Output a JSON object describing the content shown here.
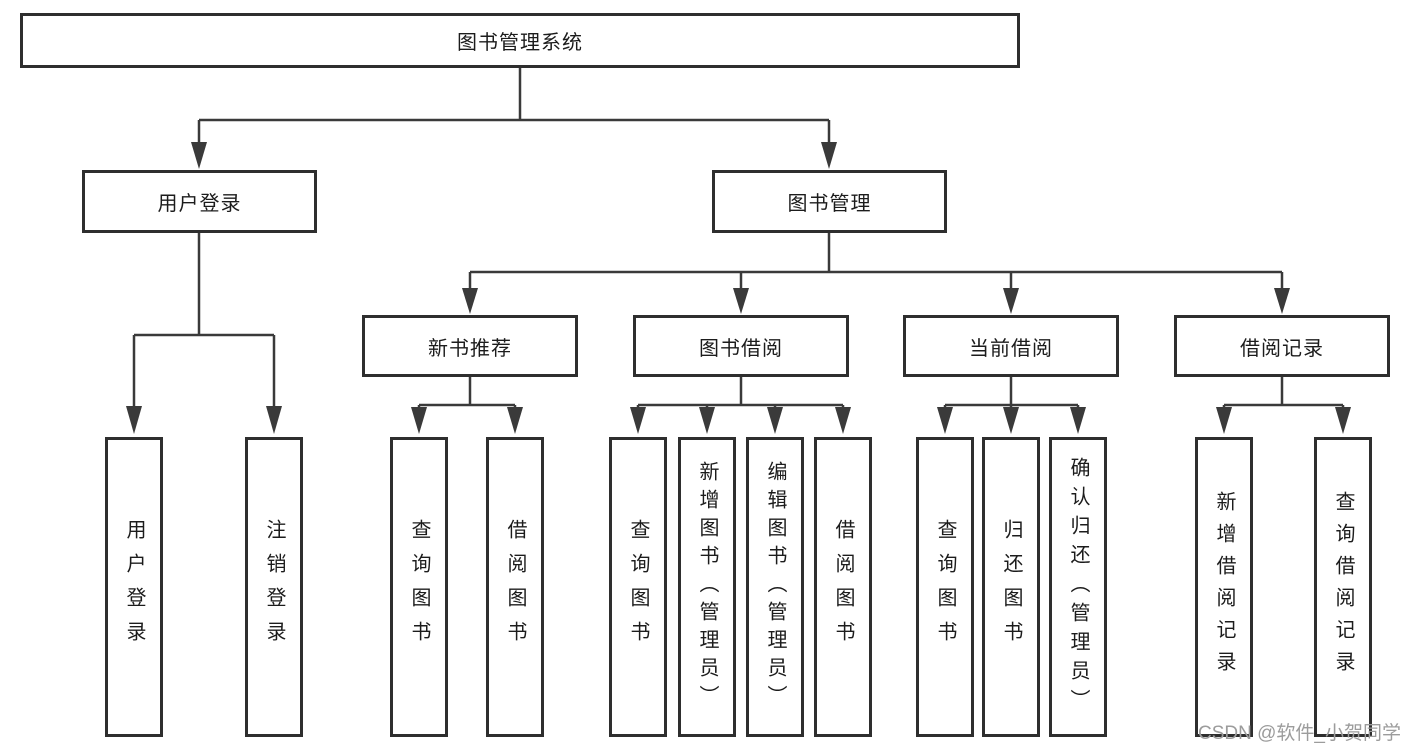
{
  "diagram": {
    "root": {
      "label": "图书管理系统"
    },
    "branches": [
      {
        "label": "用户登录",
        "leaves": [
          {
            "label": "用户登录"
          },
          {
            "label": "注销登录"
          }
        ]
      },
      {
        "label": "图书管理",
        "groups": [
          {
            "label": "新书推荐",
            "leaves": [
              {
                "label": "查询图书"
              },
              {
                "label": "借阅图书"
              }
            ]
          },
          {
            "label": "图书借阅",
            "leaves": [
              {
                "label": "查询图书"
              },
              {
                "label": "新增图书（管理员）"
              },
              {
                "label": "编辑图书（管理员）"
              },
              {
                "label": "借阅图书"
              }
            ]
          },
          {
            "label": "当前借阅",
            "leaves": [
              {
                "label": "查询图书"
              },
              {
                "label": "归还图书"
              },
              {
                "label": "确认归还（管理员）"
              }
            ]
          },
          {
            "label": "借阅记录",
            "leaves": [
              {
                "label": "新增借阅记录"
              },
              {
                "label": "查询借阅记录"
              }
            ]
          }
        ]
      }
    ]
  },
  "watermark": {
    "text": "CSDN @软件_小贺同学"
  },
  "colors": {
    "line": "#3a3a3a",
    "box_border": "#2e2e2e",
    "text": "#1c1c1c",
    "watermark_text": "#9c9c9c",
    "background": "#ffffff"
  }
}
